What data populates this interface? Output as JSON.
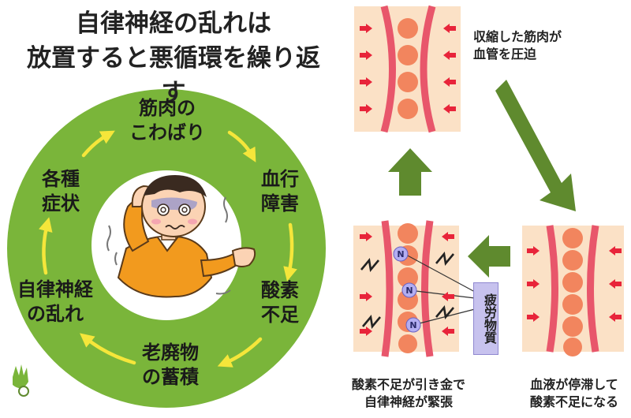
{
  "title": {
    "line1": "自律神経の乱れは",
    "line2": "放置すると悪循環を繰り返す"
  },
  "cycle": [
    {
      "id": "stiff",
      "line1": "筋肉の",
      "line2": "こわばり"
    },
    {
      "id": "blood",
      "line1": "血行",
      "line2": "障害"
    },
    {
      "id": "oxygen",
      "line1": "酸素",
      "line2": "不足"
    },
    {
      "id": "waste",
      "line1": "老廃物",
      "line2": "の蓄積"
    },
    {
      "id": "autonomic",
      "line1": "自律神経",
      "line2": "の乱れ"
    },
    {
      "id": "symptoms",
      "line1": "各種",
      "line2": "症状"
    }
  ],
  "panels": {
    "top": {
      "line1": "収縮した筋肉が",
      "line2": "血管を圧迫"
    },
    "right": {
      "line1": "血液が停滞して",
      "line2": "酸素不足になる"
    },
    "left": {
      "line1": "酸素不足が引き金で",
      "line2": "自律神経が緊張"
    }
  },
  "fatigue_label": "疲労物質",
  "molecule_letter": "N",
  "colors": {
    "ring_green": "#7ab53a",
    "cycle_arrow_yellow": "#f5e63a",
    "flow_arrow_green": "#5f8a2e",
    "vessel_red": "#e8566b",
    "cell_orange": "#f2855e",
    "tissue_peach": "#fbe1c6",
    "compress_red": "#e8243a",
    "molecule_purple": "#b3aef2",
    "shirt_orange": "#f29a1e"
  },
  "icons": [
    "confused-man-illustration",
    "red-pressure-arrow-icon",
    "lightning-nerve-icon",
    "fatigue-molecule-icon",
    "logo-hand-icon"
  ]
}
